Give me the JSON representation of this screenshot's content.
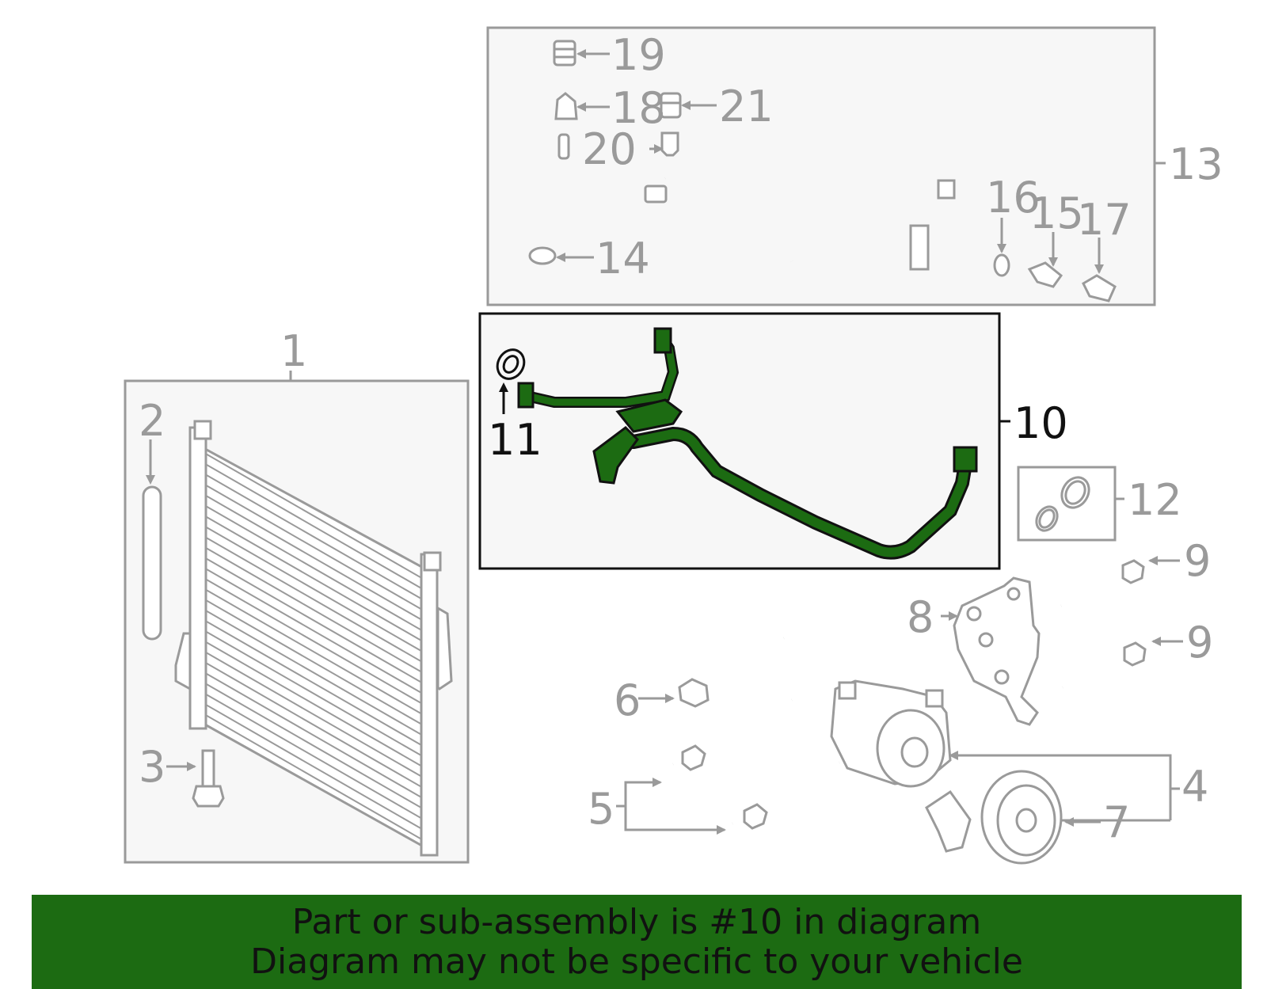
{
  "callouts": {
    "c1": "1",
    "c2": "2",
    "c3": "3",
    "c4": "4",
    "c5": "5",
    "c6": "6",
    "c7": "7",
    "c8": "8",
    "c9a": "9",
    "c9b": "9",
    "c10": "10",
    "c11": "11",
    "c12": "12",
    "c13": "13",
    "c14": "14",
    "c15": "15",
    "c16": "16",
    "c17": "17",
    "c18": "18",
    "c19": "19",
    "c20": "20",
    "c21": "21"
  },
  "highlight_color": "#1c6b12",
  "highlighted_part": "10",
  "banner": {
    "line1": "Part or sub-assembly is #10 in diagram",
    "line2": "Diagram may not be specific to your vehicle"
  }
}
